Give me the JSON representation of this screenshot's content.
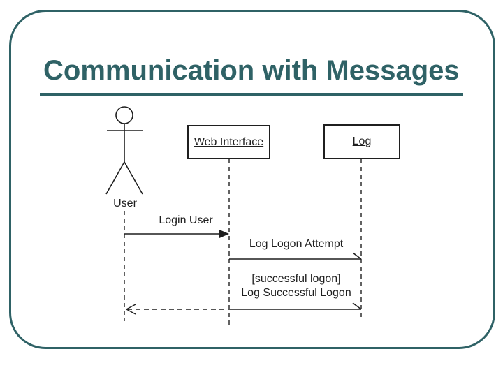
{
  "slide": {
    "title": "Communication with Messages",
    "accent_color": "#2f6266",
    "background_color": "#ffffff"
  },
  "diagram": {
    "type": "uml-sequence",
    "line_color": "#1f1f1f",
    "actor": {
      "label": "User"
    },
    "objects": [
      {
        "label": "Web Interface"
      },
      {
        "label": "Log"
      }
    ],
    "messages": [
      {
        "label": "Login User",
        "from": "User",
        "to": "Web Interface",
        "line": "solid",
        "arrowhead": "filled"
      },
      {
        "label": "Log Logon Attempt",
        "from": "Web Interface",
        "to": "Log",
        "line": "solid",
        "arrowhead": "open"
      },
      {
        "guard": "[successful logon]",
        "label": "Log Successful Logon",
        "from": "Web Interface",
        "to": "Log",
        "line": "solid",
        "arrowhead": "open"
      },
      {
        "label": "",
        "from": "Web Interface",
        "to": "User",
        "line": "dashed",
        "arrowhead": "open"
      }
    ]
  }
}
